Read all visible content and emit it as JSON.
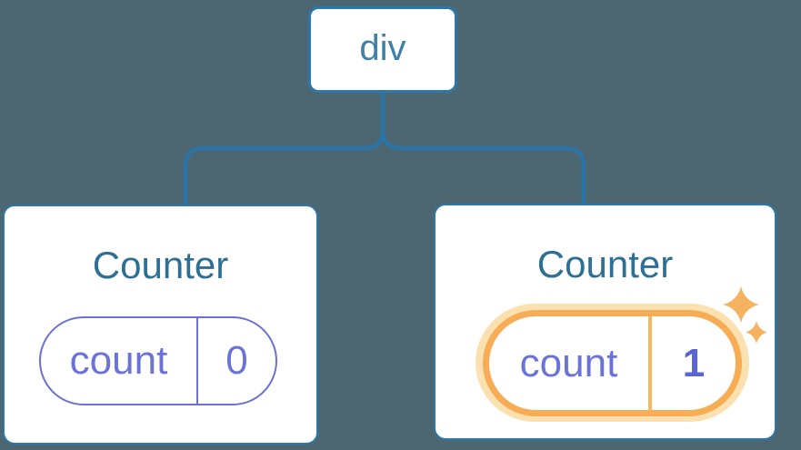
{
  "diagram": {
    "type": "component-tree",
    "root": {
      "label": "div"
    },
    "children": [
      {
        "title": "Counter",
        "state": {
          "key": "count",
          "value": "0"
        },
        "highlighted": false
      },
      {
        "title": "Counter",
        "state": {
          "key": "count",
          "value": "1"
        },
        "highlighted": true,
        "highlight_icon": "sparkles-icon"
      }
    ],
    "colors": {
      "background": "#4c6772",
      "connector_blue": "#2b74a6",
      "node_border_blue": "#2e78a9",
      "root_label_blue": "#3e80a8",
      "card_bg": "#ffffff",
      "title_blue": "#2d6f95",
      "state_purple": "#6a71d4",
      "state_value_purple": "#5b64d3",
      "highlight_orange": "#f6ad55",
      "highlight_halo_orange": "#fbe1b0",
      "sparkle_orange": "#f6b35f"
    }
  }
}
